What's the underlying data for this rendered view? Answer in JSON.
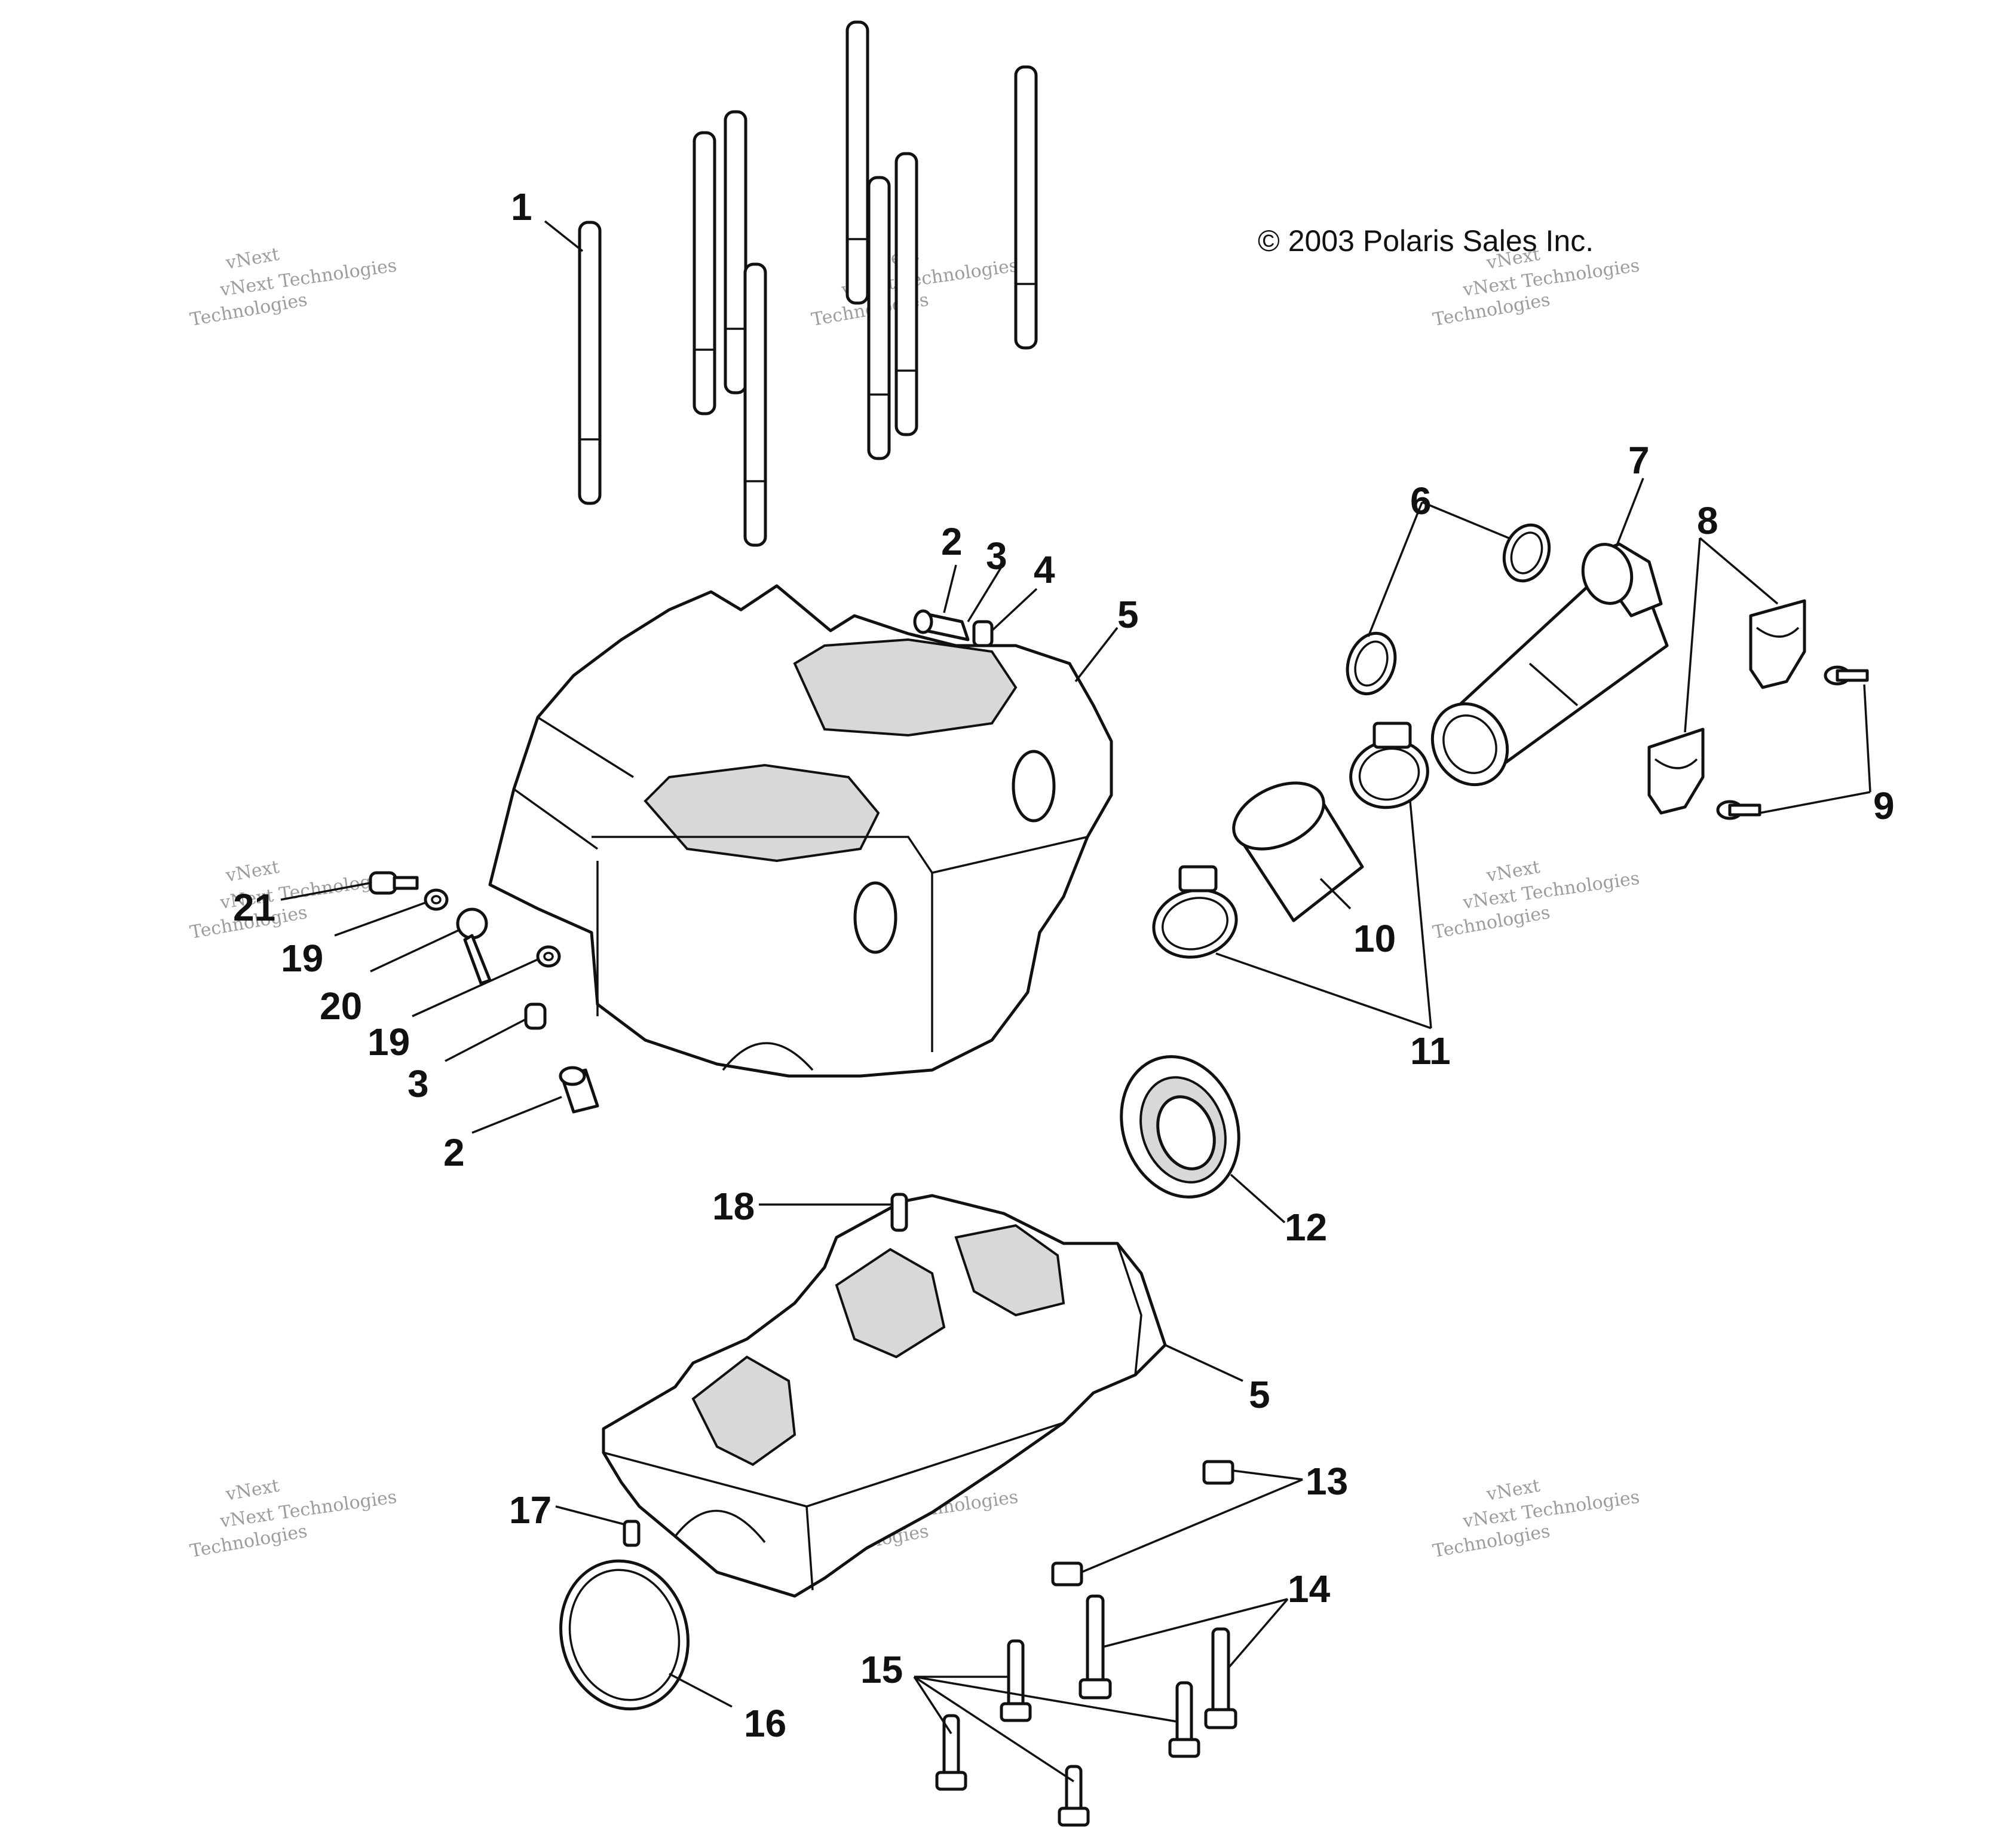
{
  "copyright": "© 2003 Polaris Sales Inc.",
  "watermark": {
    "line1": "vNext",
    "line2": "vNext Technologies",
    "line3": "Technologies"
  },
  "callouts": [
    "1",
    "2",
    "3",
    "4",
    "5",
    "6",
    "7",
    "8",
    "9",
    "10",
    "11",
    "12",
    "13",
    "14",
    "15",
    "16",
    "17",
    "18",
    "19",
    "20",
    "21"
  ],
  "parts": [
    "crankcase-bolts-long",
    "dowel-pin",
    "dowel-bushing",
    "plug",
    "crankcase-half",
    "o-ring",
    "coolant-elbow-tube",
    "clamp-bracket",
    "screw",
    "hose",
    "hose-clamp",
    "crank-seal",
    "plug-lower",
    "flange-bolt-long",
    "flange-bolt-short",
    "retaining-ring",
    "stud-lower",
    "pin-upper",
    "washer",
    "fitting",
    "screw-small"
  ]
}
